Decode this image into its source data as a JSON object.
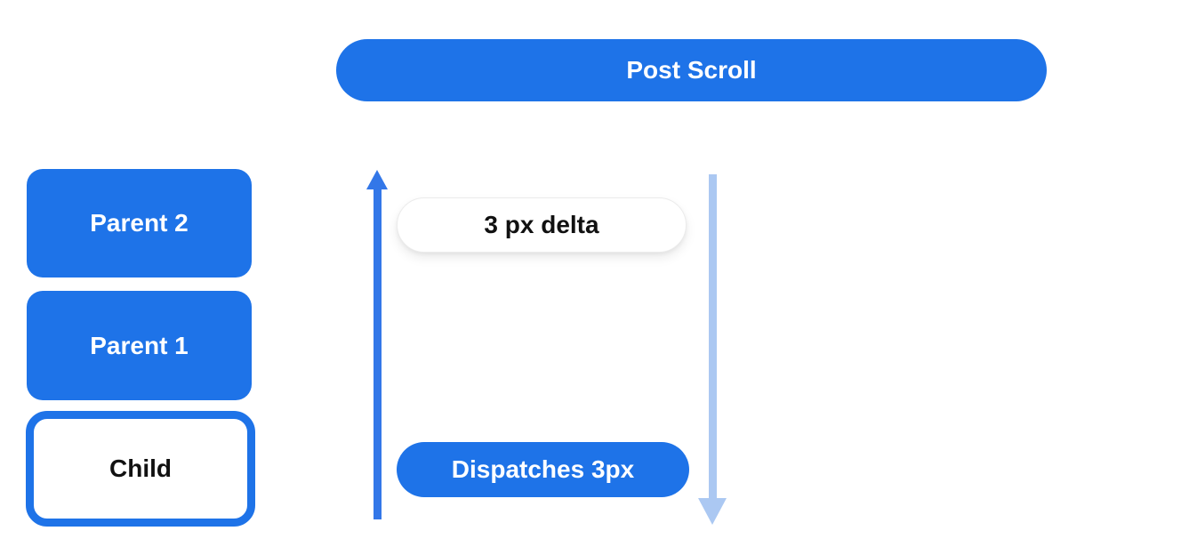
{
  "diagram": {
    "title": "Post Scroll",
    "boxes": {
      "parent2": "Parent 2",
      "parent1": "Parent 1",
      "child": "Child"
    },
    "annotations": {
      "delta_pill": "3 px delta",
      "dispatch_pill": "Dispatches 3px"
    },
    "icons": {
      "up_arrow": "up-arrow-icon",
      "down_arrow": "down-arrow-icon"
    },
    "colors": {
      "primary_blue": "#1e73e8",
      "arrow_blue": "#3377e8",
      "light_blue": "#abc8f2",
      "pill_border": "#ebebeb",
      "text_dark": "#111111",
      "background": "#ffffff"
    }
  }
}
